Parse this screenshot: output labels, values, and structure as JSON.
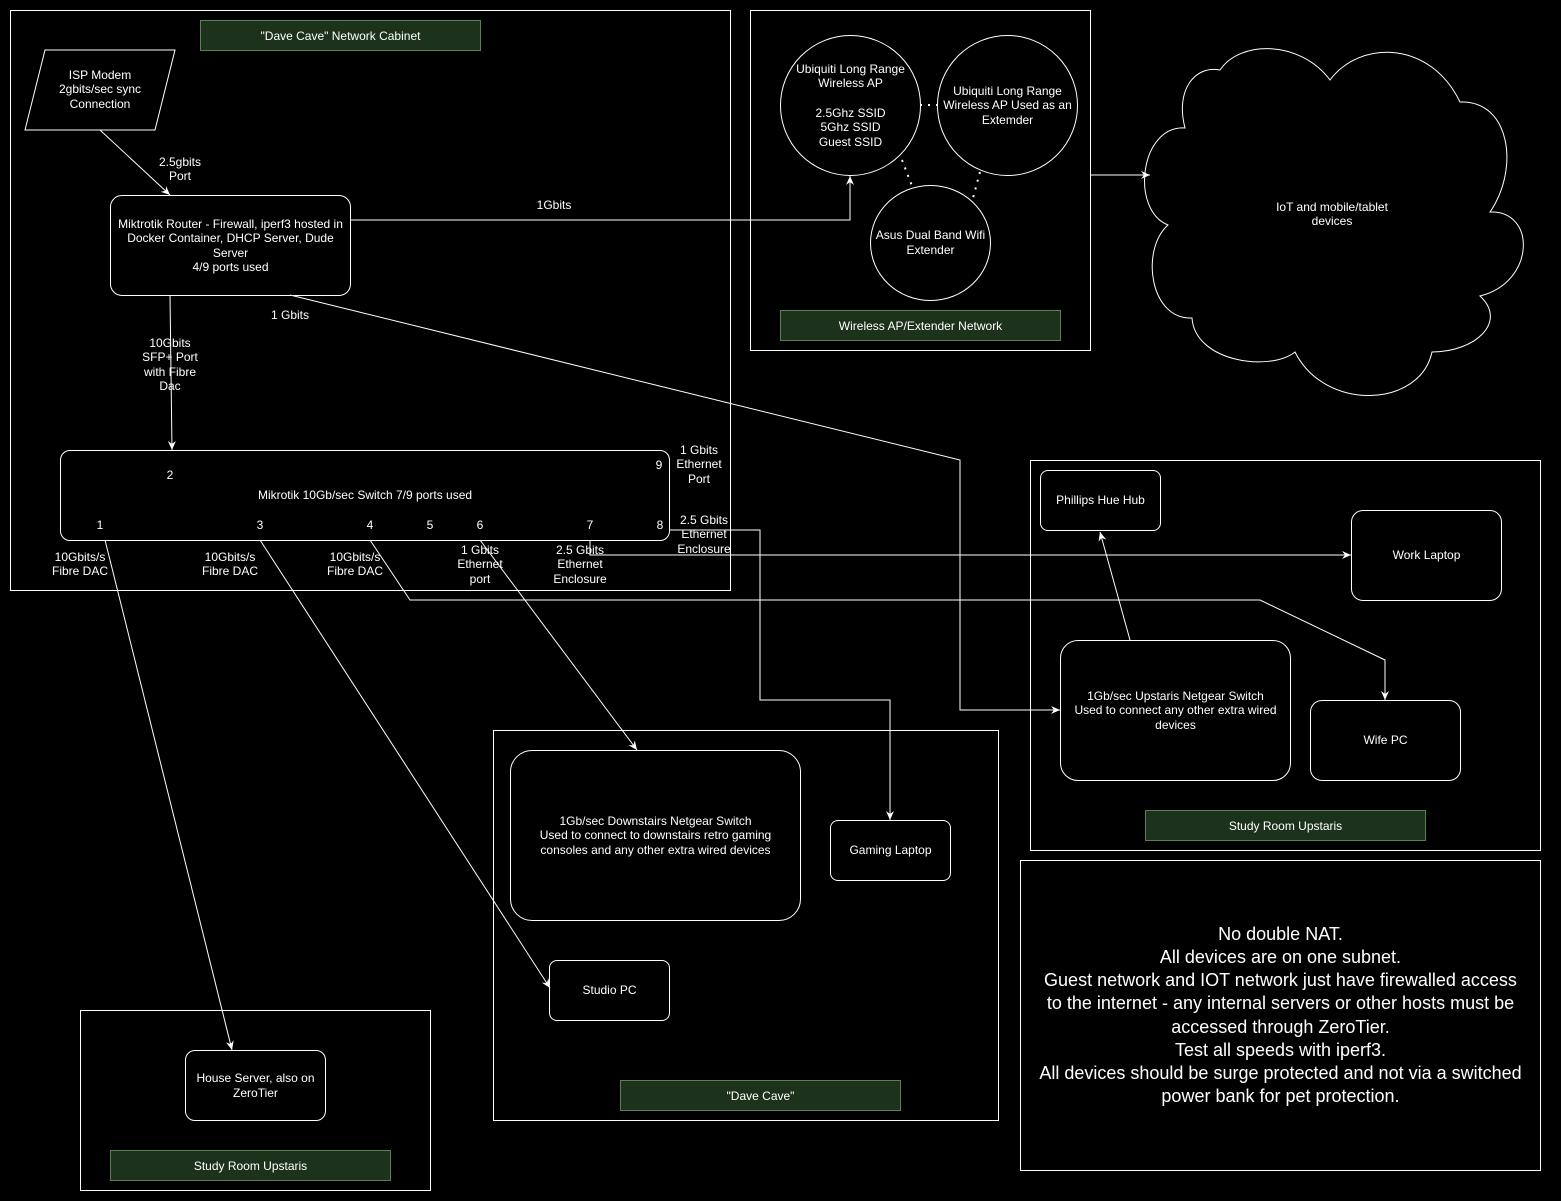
{
  "regions": {
    "cabinet_title": "\"Dave Cave\" Network Cabinet",
    "wireless_title": "Wireless AP/Extender Network",
    "study_upstairs_title": "Study Room Upstaris",
    "dave_cave_title": "\"Dave Cave\"",
    "study_server_title": "Study Room Upstaris"
  },
  "nodes": {
    "isp_modem": "ISP Modem\n2gbits/sec sync\nConnection",
    "router": "Miktrotik Router - Firewall, iperf3 hosted in\nDocker Container, DHCP Server, Dude\nServer\n4/9 ports used",
    "switch": "Mikrotik 10Gb/sec Switch 7/9 ports used",
    "ubiquiti_ap": "Ubiquiti Long Range\nWireless AP\n\n2.5Ghz SSID\n5Ghz SSID\nGuest SSID",
    "ubiquiti_extender": "Ubiquiti Long Range\nWireless AP Used as an\nExtemder",
    "asus_extender": "Asus Dual Band Wifi\nExtender",
    "iot_cloud": "IoT and mobile/tablet\ndevices",
    "hue_hub": "Phillips Hue Hub",
    "work_laptop": "Work Laptop",
    "upstairs_switch": "1Gb/sec Upstaris Netgear Switch\nUsed to connect any other extra wired\ndevices",
    "wife_pc": "Wife PC",
    "downstairs_switch": "1Gb/sec Downstairs Netgear Switch\nUsed to connect to downstairs retro gaming\nconsoles and any other extra wired devices",
    "gaming_laptop": "Gaming Laptop",
    "studio_pc": "Studio PC",
    "house_server": "House Server, also on\nZeroTier"
  },
  "ports": {
    "p1": "1",
    "p2": "2",
    "p3": "3",
    "p4": "4",
    "p5": "5",
    "p6": "6",
    "p7": "7",
    "p8": "8",
    "p9": "9"
  },
  "links": {
    "modem_router": "2.5gbits\nPort",
    "router_ap": "1Gbits",
    "router_upstairs": "1 Gbits",
    "router_switch": "10Gbits\nSFP+ Port\nwith Fibre\nDac",
    "port9": "1 Gbits\nEthernet\nPort",
    "port8": "2.5 Gbits\nEthernet\nEnclosure",
    "port1": "10Gbits/s\nFibre DAC",
    "port3": "10Gbits/s\nFibre DAC",
    "port4": "10Gbits/s\nFibre DAC",
    "port6": "1 Gbits\nEthernet\nport",
    "port7": "2.5 Gbits\nEthernet\nEnclosure"
  },
  "note": "No double NAT.\nAll devices are on one subnet.\nGuest network and IOT network just have firewalled access\nto the internet - any internal servers or other hosts must be\naccessed through ZeroTier.\nTest all speeds with iperf3.\nAll devices should be surge protected and not via a switched\npower bank for pet protection."
}
